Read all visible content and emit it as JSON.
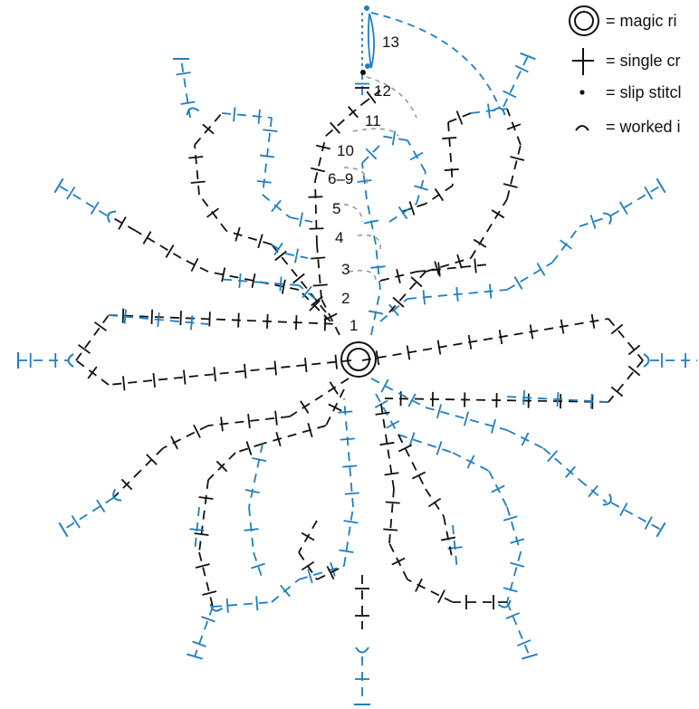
{
  "legend": {
    "magic_ring": "= magic ri",
    "single_crochet": "= single cr",
    "slip_stitch": "= slip stitcl",
    "worked_in": "= worked i"
  },
  "round_labels": {
    "r1": "1",
    "r2": "2",
    "r3": "3",
    "r4": "4",
    "r5": "5",
    "r6_9": "6–9",
    "r10": "10",
    "r11": "11",
    "r12": "12",
    "r13": "13"
  },
  "colors": {
    "black": "#111111",
    "blue": "#1f7fc0",
    "gray": "#999999"
  }
}
